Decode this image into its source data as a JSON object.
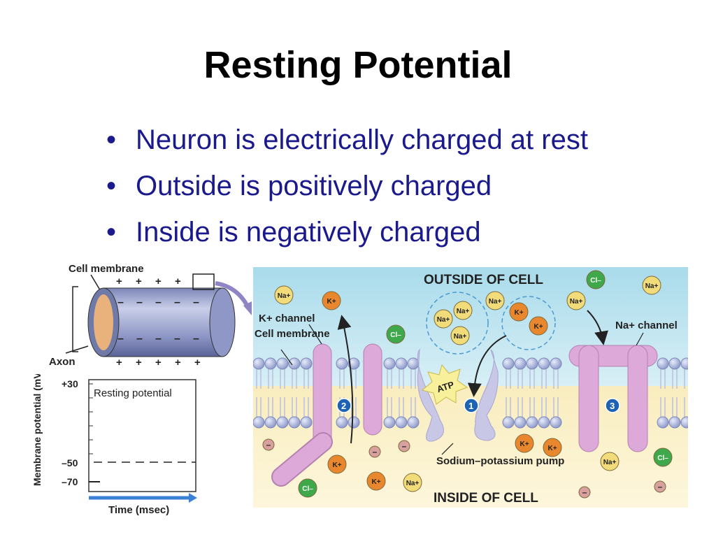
{
  "slide": {
    "title": "Resting Potential",
    "bullets": [
      "Neuron is electrically charged at rest",
      "Outside is positively charged",
      "Inside is negatively charged"
    ]
  },
  "axon_figure": {
    "cell_membrane_label": "Cell membrane",
    "axon_label": "Axon",
    "plus": "+",
    "minus": "–"
  },
  "potential_graph": {
    "y_axis_label": "Membrane potential (mV)",
    "x_axis_label": "Time (msec)",
    "curve_label": "Resting potential",
    "tick_labels": [
      "+30",
      "–50",
      "–70"
    ]
  },
  "membrane_diagram": {
    "outside_label": "OUTSIDE OF CELL",
    "inside_label": "INSIDE OF CELL",
    "k_channel_label": "K+ channel",
    "cell_membrane_label": "Cell membrane",
    "na_channel_label": "Na+ channel",
    "pump_label": "Sodium–potassium pump",
    "atp_label": "ATP",
    "step_numbers": [
      "1",
      "2",
      "3"
    ],
    "ions": {
      "na": "Na+",
      "k": "K+",
      "cl": "Cl–",
      "neg": "–"
    },
    "colors": {
      "na": "#f2dc7a",
      "k": "#e8872e",
      "cl": "#3ea84a",
      "neg": "#d9a0a0",
      "outside": "#bfe3ef",
      "inside": "#fbf0c6",
      "channel": "#dca9d8"
    }
  }
}
